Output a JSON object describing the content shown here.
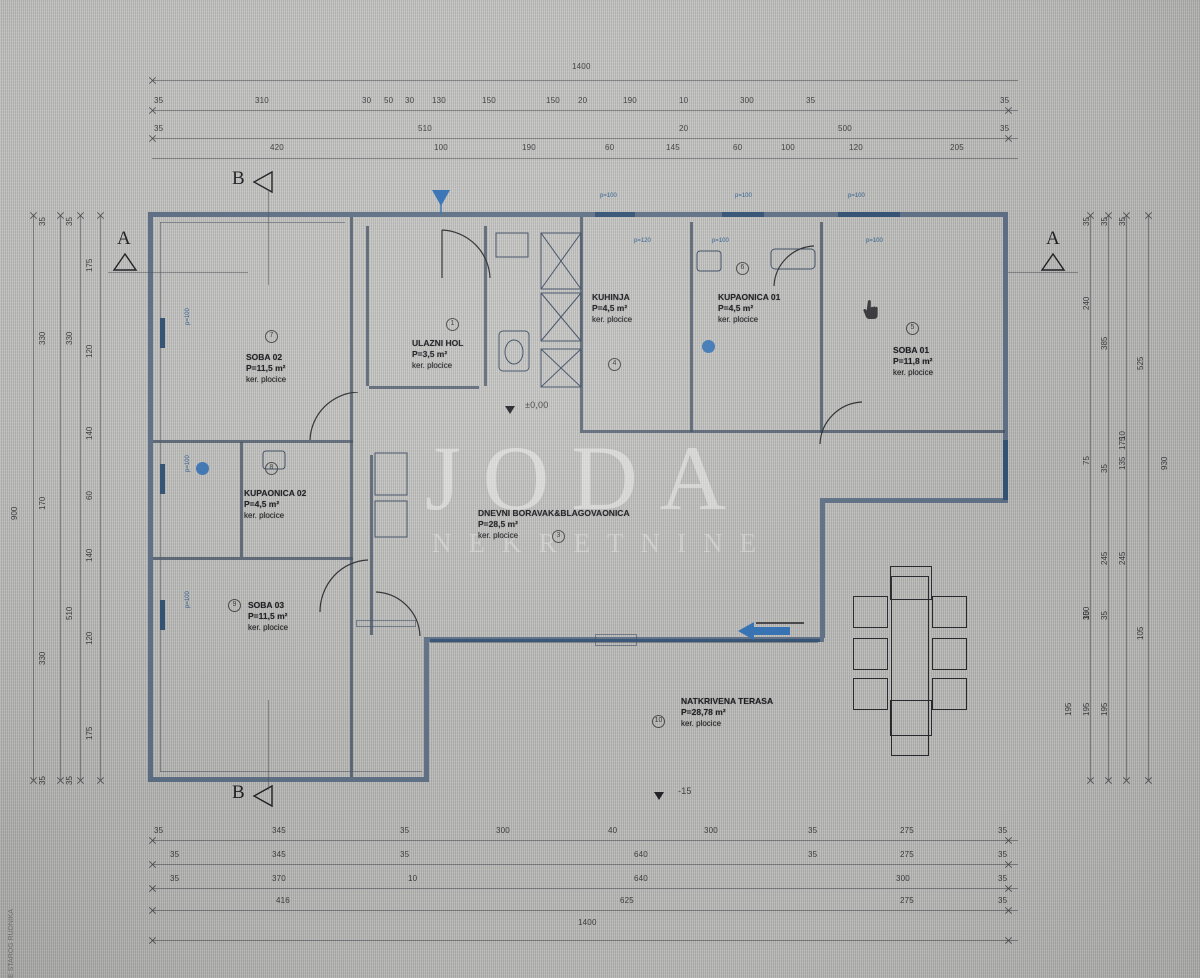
{
  "document": {
    "type": "architectural-floor-plan",
    "watermark_primary": "JODA",
    "watermark_secondary": "NEKRETNINE",
    "edge_note": "E STAROG RUDNIKA"
  },
  "section_markers": [
    {
      "name": "marker-b-top",
      "label": "B"
    },
    {
      "name": "marker-a-left",
      "label": "A"
    },
    {
      "name": "marker-a-right",
      "label": "A"
    },
    {
      "name": "marker-b-bottom",
      "label": "B"
    }
  ],
  "rooms": [
    {
      "id": "soba02",
      "name": "SOBA 02",
      "area": "P=11,5 m²",
      "finish": "ker. plocice",
      "num": "7"
    },
    {
      "id": "ulazni",
      "name": "ULAZNI HOL",
      "area": "P=3,5 m²",
      "finish": "ker. plocice",
      "num": "1"
    },
    {
      "id": "kuhinja",
      "name": "KUHINJA",
      "area": "P=4,5 m²",
      "finish": "ker. plocice",
      "num": "4"
    },
    {
      "id": "kup01",
      "name": "KUPAONICA 01",
      "area": "P=4,5 m²",
      "finish": "ker. plocice",
      "num": "6"
    },
    {
      "id": "soba01",
      "name": "SOBA 01",
      "area": "P=11,8 m²",
      "finish": "ker. plocice",
      "num": "5"
    },
    {
      "id": "kup02",
      "name": "KUPAONICA 02",
      "area": "P=4,5 m²",
      "finish": "ker. plocice",
      "num": "8"
    },
    {
      "id": "dnevni",
      "name": "DNEVNI BORAVAK&BLAGOVAONICA",
      "area": "P=28,5 m²",
      "finish": "ker. plocice",
      "num": "3"
    },
    {
      "id": "soba03",
      "name": "SOBA 03",
      "area": "P=11,5 m²",
      "finish": "ker. plocice",
      "num": "9"
    },
    {
      "id": "terasa",
      "name": "NATKRIVENA TERASA",
      "area": "P=28,78 m²",
      "finish": "ker. plocice",
      "num": "10"
    }
  ],
  "annotations": {
    "level_hall": "±0,00",
    "level_terrace": "-15",
    "window_label": "p=100",
    "window_label_2": "p=120"
  },
  "dimensions": {
    "top_total": "1400",
    "top_row1": [
      "35",
      "310",
      "30",
      "50",
      "30",
      "130",
      "150",
      "150",
      "20",
      "190",
      "10",
      "300",
      "35"
    ],
    "top_row2": [
      "35",
      "510",
      "20",
      "500",
      "35"
    ],
    "top_row3": [
      "420",
      "100",
      "190",
      "60",
      "145",
      "60",
      "100",
      "120",
      "205"
    ],
    "bottom_row1": [
      "35",
      "345",
      "35",
      "300",
      "40",
      "300",
      "35",
      "275",
      "35"
    ],
    "bottom_row2": [
      "35",
      "345",
      "35",
      "640",
      "35",
      "275",
      "35"
    ],
    "bottom_row3": [
      "35",
      "370",
      "10",
      "640",
      "300",
      "35"
    ],
    "bottom_row4": [
      "416",
      "625",
      "275",
      "35"
    ],
    "bottom_total": "1400",
    "left_outer": [
      "35",
      "330",
      "170",
      "330",
      "35"
    ],
    "left_mid": [
      "35",
      "330",
      "510",
      "35"
    ],
    "left_inner": [
      "175",
      "120",
      "140",
      "60",
      "140",
      "120",
      "175"
    ],
    "left_total": "900",
    "right_outer": [
      "35",
      "240",
      "385",
      "100",
      "195"
    ],
    "right_mid": [
      "35",
      "175",
      "525",
      "75",
      "245",
      "35",
      "195"
    ],
    "right_inner": [
      "35",
      "525",
      "10",
      "135",
      "35",
      "245",
      "35",
      "105",
      "195"
    ],
    "right_total": "930"
  },
  "colors": {
    "wall_blue": "#5d6f86",
    "wall_blue_dark": "#2f4f73",
    "marker_blue": "#2f6fb5",
    "paper": "#bdbdbb",
    "ink": "#15151a"
  }
}
